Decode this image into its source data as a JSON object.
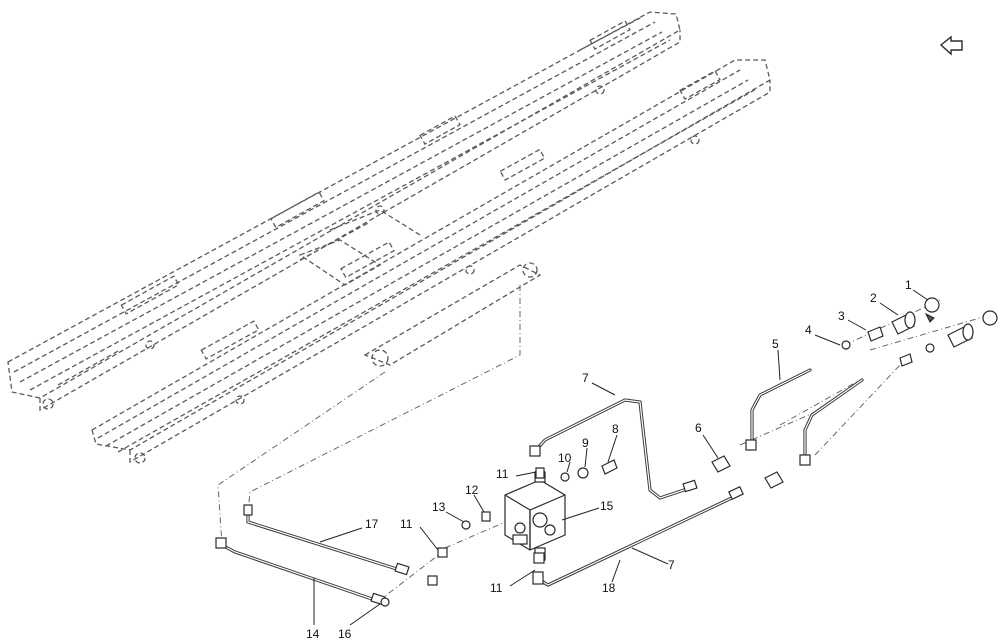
{
  "callouts": [
    {
      "id": "c1",
      "text": "1"
    },
    {
      "id": "c2",
      "text": "2"
    },
    {
      "id": "c3",
      "text": "3"
    },
    {
      "id": "c4",
      "text": "4"
    },
    {
      "id": "c5",
      "text": "5"
    },
    {
      "id": "c6",
      "text": "6"
    },
    {
      "id": "c7a",
      "text": "7"
    },
    {
      "id": "c7b",
      "text": "7"
    },
    {
      "id": "c8",
      "text": "8"
    },
    {
      "id": "c9",
      "text": "9"
    },
    {
      "id": "c10",
      "text": "10"
    },
    {
      "id": "c11a",
      "text": "11"
    },
    {
      "id": "c11b",
      "text": "11"
    },
    {
      "id": "c11c",
      "text": "11"
    },
    {
      "id": "c12",
      "text": "12"
    },
    {
      "id": "c13",
      "text": "13"
    },
    {
      "id": "c14",
      "text": "14"
    },
    {
      "id": "c15",
      "text": "15"
    },
    {
      "id": "c16",
      "text": "16"
    },
    {
      "id": "c17",
      "text": "17"
    },
    {
      "id": "c18",
      "text": "18"
    }
  ],
  "icons": {
    "direction": "forward-arrow-icon"
  }
}
